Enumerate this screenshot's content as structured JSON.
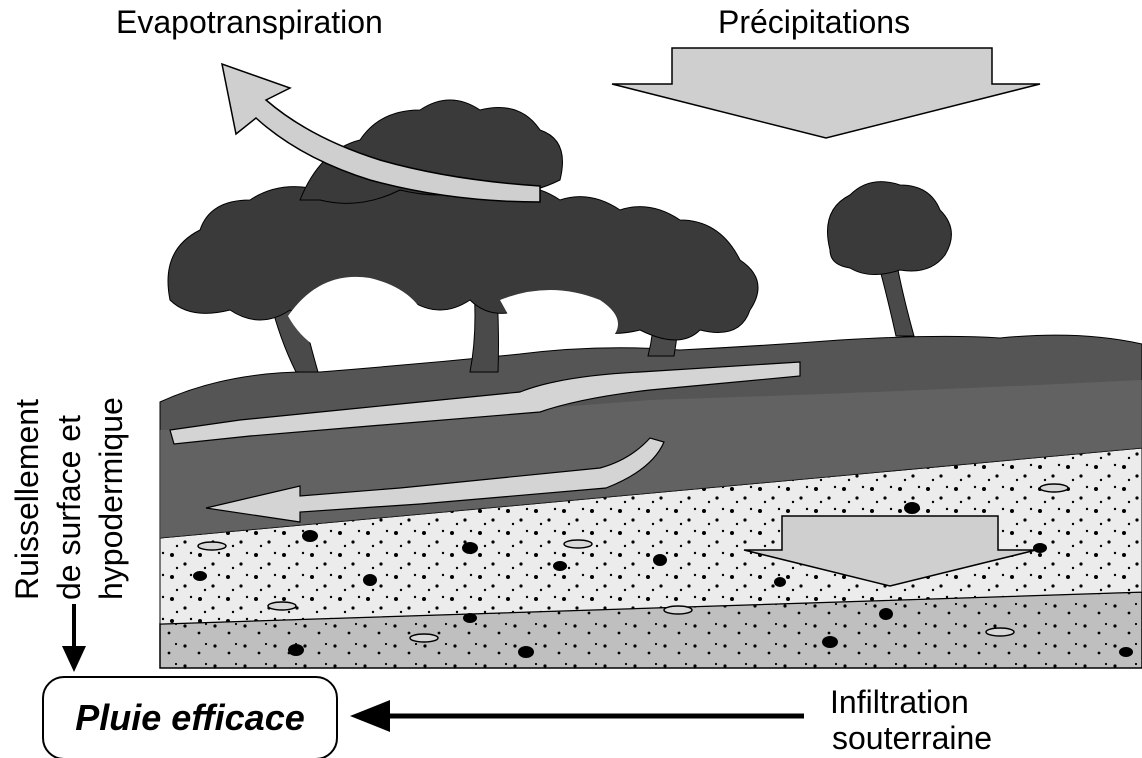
{
  "labels": {
    "evapotranspiration": "Evapotranspiration",
    "precipitations": "Précipitations",
    "ruissellement_line1": "Ruissellement",
    "ruissellement_line2": "de surface et",
    "ruissellement_line3": "hypodermique",
    "pluie_efficace": "Pluie efficace",
    "infiltration_line1": "Infiltration",
    "infiltration_line2": "souterraine"
  },
  "colors": {
    "arrow_fill": "#cfcfcf",
    "foliage": "#3a3a3a",
    "ground_dark": "#4a4a4a",
    "upper_layer": "#e9e9e9",
    "lower_layer": "#bdbdbd",
    "outline": "#000000"
  }
}
